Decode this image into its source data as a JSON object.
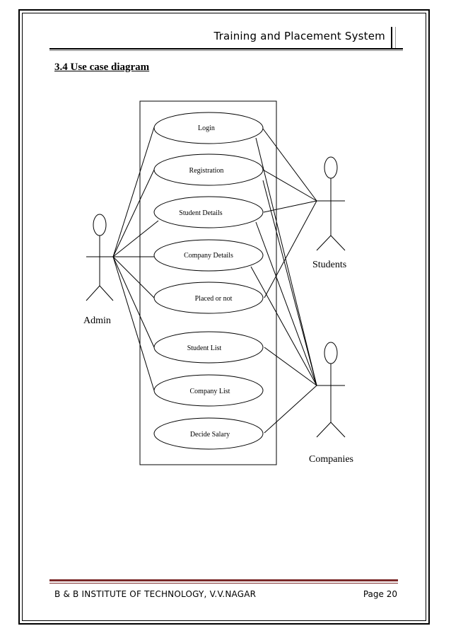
{
  "header": {
    "title": "Training and Placement System"
  },
  "section": {
    "heading": "3.4  Use case diagram"
  },
  "diagram": {
    "use_cases": [
      "Login",
      "Registration",
      "Student  Details",
      "Company Details",
      "Placed  or not",
      "Student  List",
      "Company  List",
      "Decide  Salary"
    ],
    "actors": {
      "admin": "Admin",
      "students": "Students",
      "companies": "Companies"
    }
  },
  "footer": {
    "institute": "B & B INSTITUTE OF TECHNOLOGY, V.V.NAGAR",
    "page": "Page 20"
  }
}
